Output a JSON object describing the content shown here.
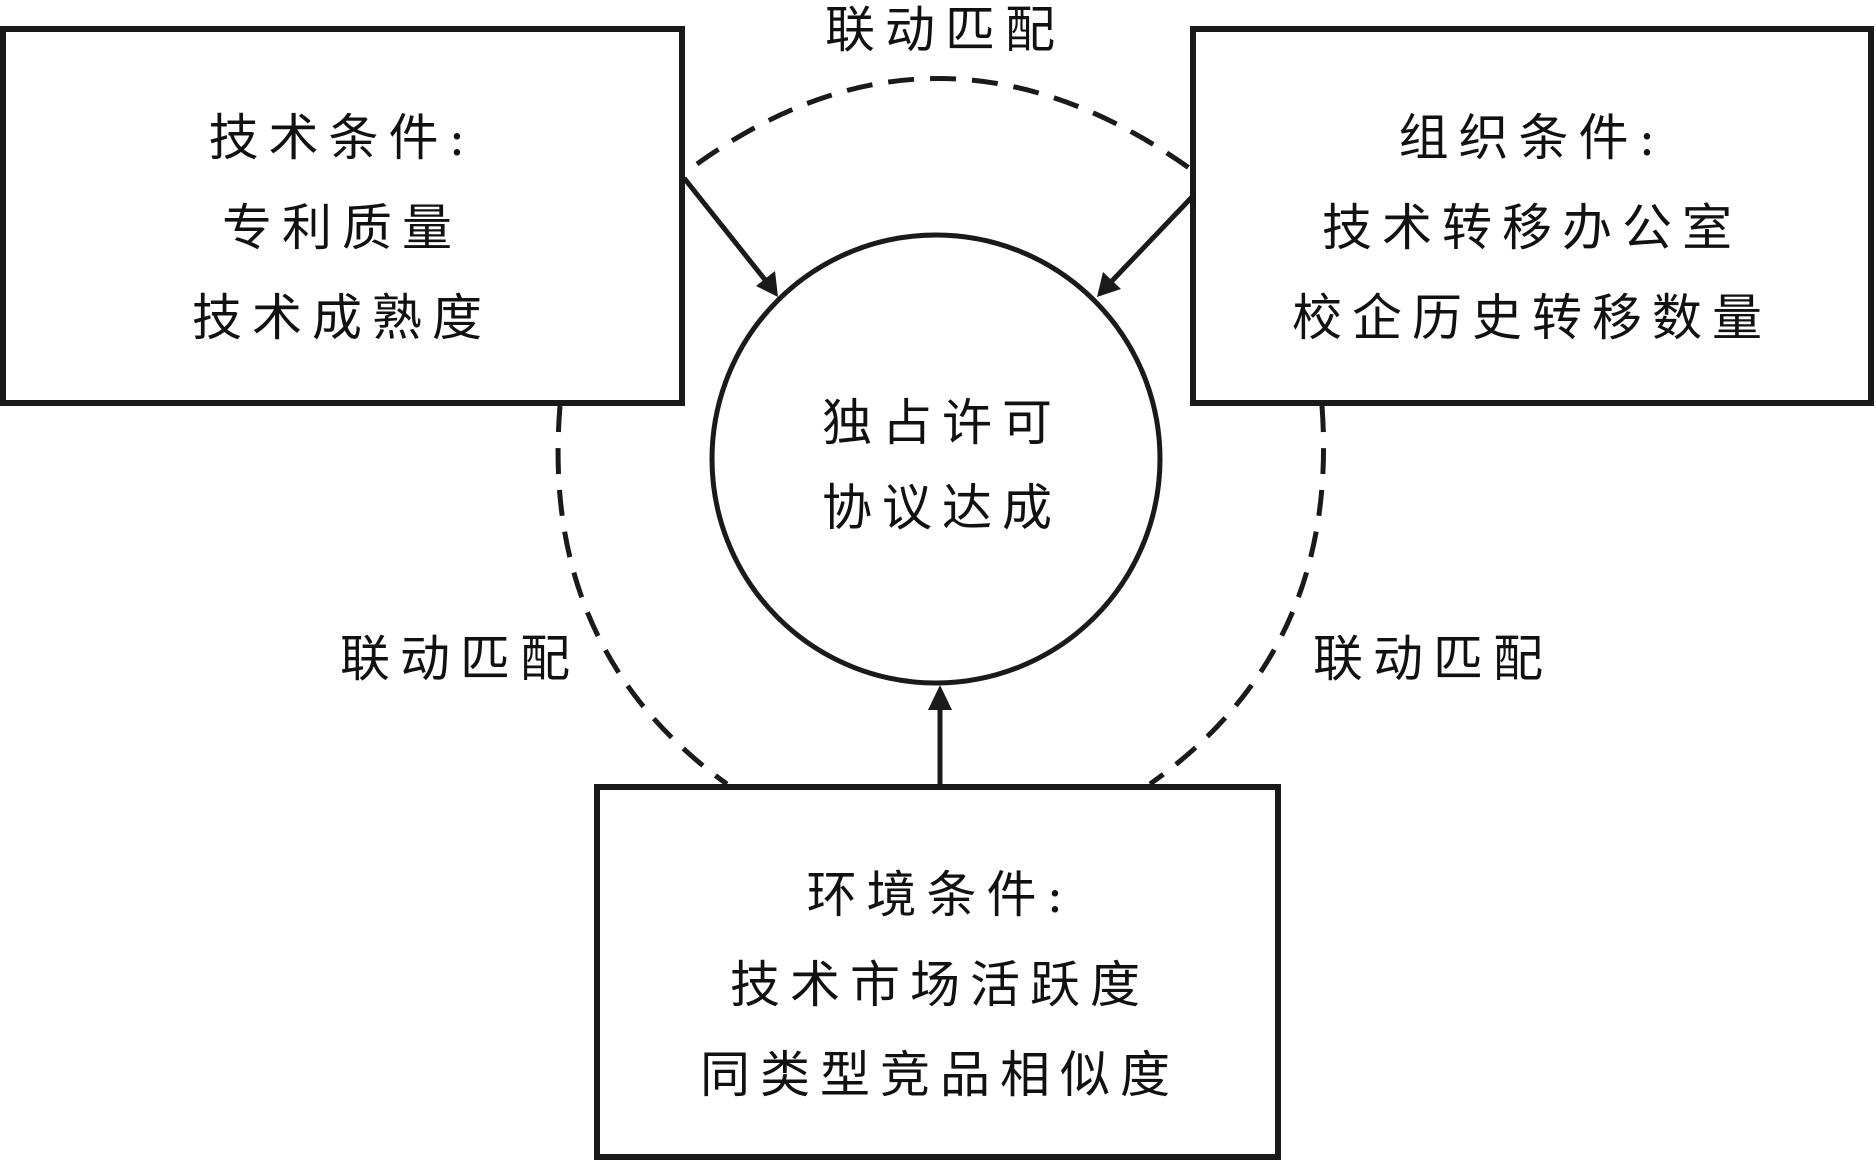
{
  "diagram": {
    "center_node": {
      "lines": [
        "独占许可",
        "协议达成"
      ]
    },
    "nodes": [
      {
        "id": "technical",
        "title": "技术条件:",
        "items": [
          "专利质量",
          "技术成熟度"
        ]
      },
      {
        "id": "organizational",
        "title": "组织条件:",
        "items": [
          "技术转移办公室",
          "校企历史转移数量"
        ]
      },
      {
        "id": "environmental",
        "title": "环境条件:",
        "items": [
          "技术市场活跃度",
          "同类型竞品相似度"
        ]
      }
    ],
    "links": {
      "top": "联动匹配",
      "left": "联动匹配",
      "right": "联动匹配"
    },
    "colors": {
      "stroke": "#1a1a1a",
      "text": "#111111",
      "background": "#ffffff"
    }
  }
}
